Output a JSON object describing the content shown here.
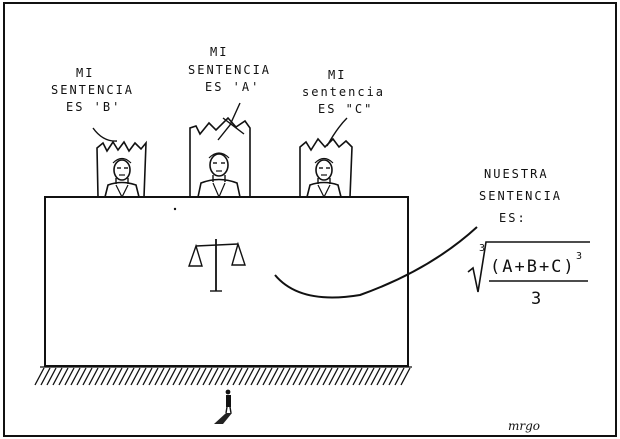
{
  "cartoon": {
    "judges": [
      {
        "line1": "MI",
        "line2": "SENTENCIA",
        "line3": "ES 'B'"
      },
      {
        "line1": "MI",
        "line2": "SENTENCIA",
        "line3": "ES 'A'"
      },
      {
        "line1": "MI",
        "line2": "sentencia",
        "line3": "ES \"C\""
      }
    ],
    "verdict": {
      "line1": "NUESTRA",
      "line2": "SENTENCIA",
      "line3": "ES:",
      "root_index": "3",
      "numerator": "(A+B+C)",
      "exponent": "3",
      "denominator": "3"
    },
    "signature": "mrgo"
  },
  "colors": {
    "ink": "#111111",
    "paper": "#ffffff"
  }
}
